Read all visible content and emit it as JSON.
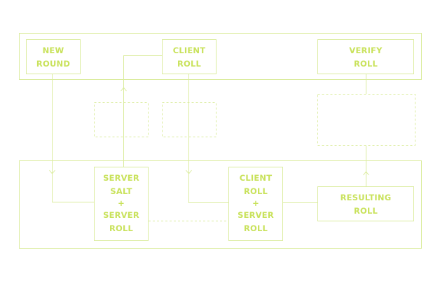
{
  "colors": {
    "line": "#dbec9e",
    "text": "#c9e25c",
    "background": "#ffffff"
  },
  "nodes": {
    "new_round": [
      "NEW",
      "ROUND"
    ],
    "client_roll": [
      "CLIENT",
      "ROLL"
    ],
    "verify_roll": [
      "VERIFY",
      "ROLL"
    ],
    "server_salt_roll": [
      "SERVER",
      "SALT",
      "+",
      "SERVER",
      "ROLL"
    ],
    "client_server_roll": [
      "CLIENT",
      "ROLL",
      "+",
      "SERVER",
      "ROLL"
    ],
    "resulting_roll": [
      "RESULTING",
      "ROLL"
    ]
  }
}
